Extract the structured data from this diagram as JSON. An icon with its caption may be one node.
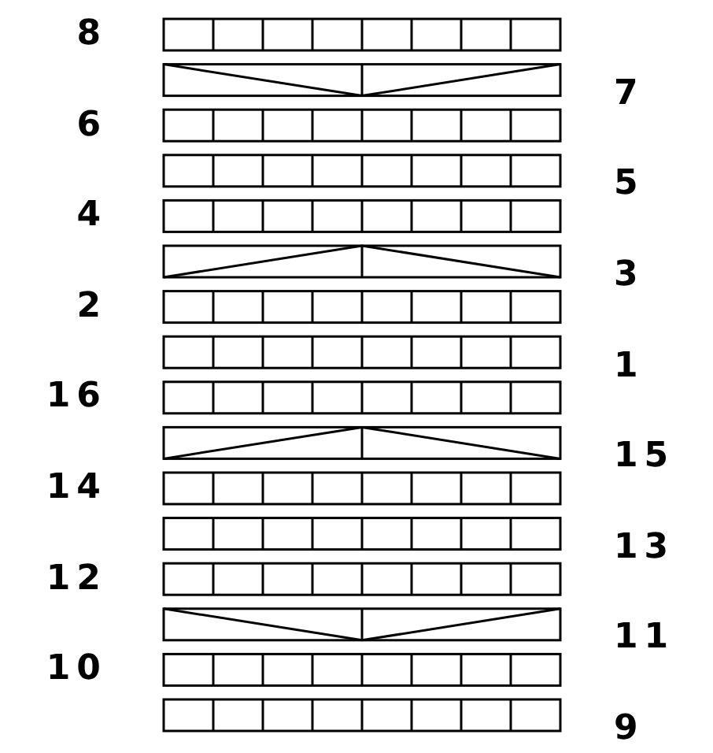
{
  "diagram": {
    "labels": [
      "8",
      "7",
      "6",
      "5",
      "4",
      "3",
      "2",
      "1",
      "16",
      "15",
      "14",
      "13",
      "12",
      "11",
      "10",
      "9"
    ]
  }
}
